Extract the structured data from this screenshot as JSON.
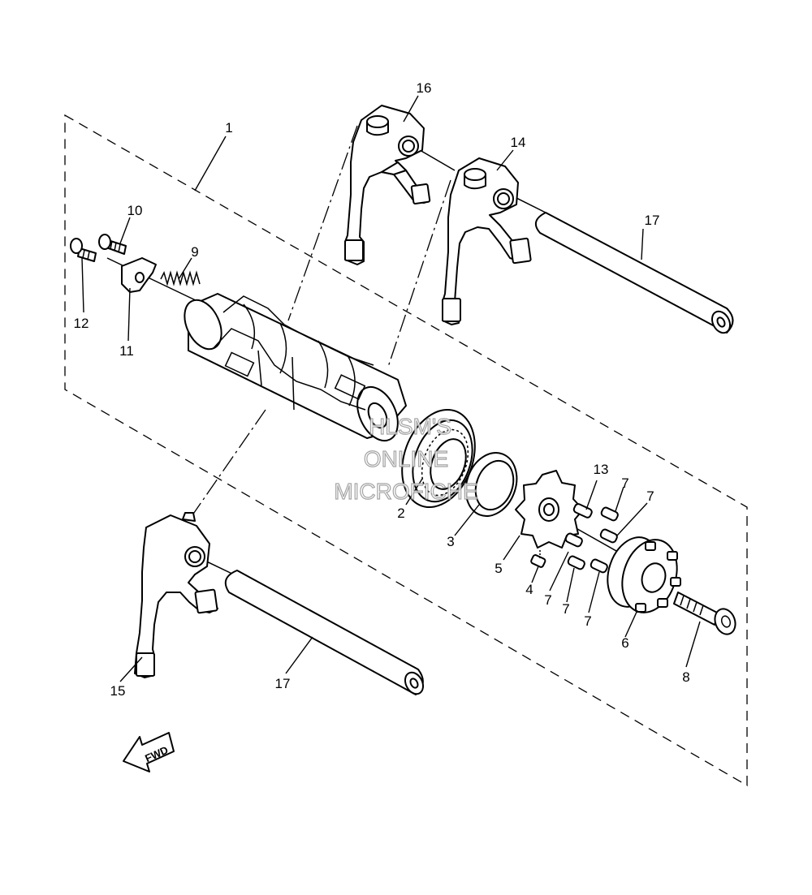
{
  "labels": {
    "l1": "1",
    "l2": "2",
    "l3": "3",
    "l4": "4",
    "l5": "5",
    "l6": "6",
    "l7a": "7",
    "l7b": "7",
    "l7c": "7",
    "l7d": "7",
    "l7e": "7",
    "l8": "8",
    "l9": "9",
    "l10": "10",
    "l11": "11",
    "l12": "12",
    "l13": "13",
    "l14": "14",
    "l15": "15",
    "l16": "16",
    "l17a": "17",
    "l17b": "17"
  },
  "watermark": {
    "line1": "HLSM'S",
    "line2": "ONLINE",
    "line3": "MICROFICHE"
  },
  "fwd_arrow": {
    "text": "FWD"
  }
}
